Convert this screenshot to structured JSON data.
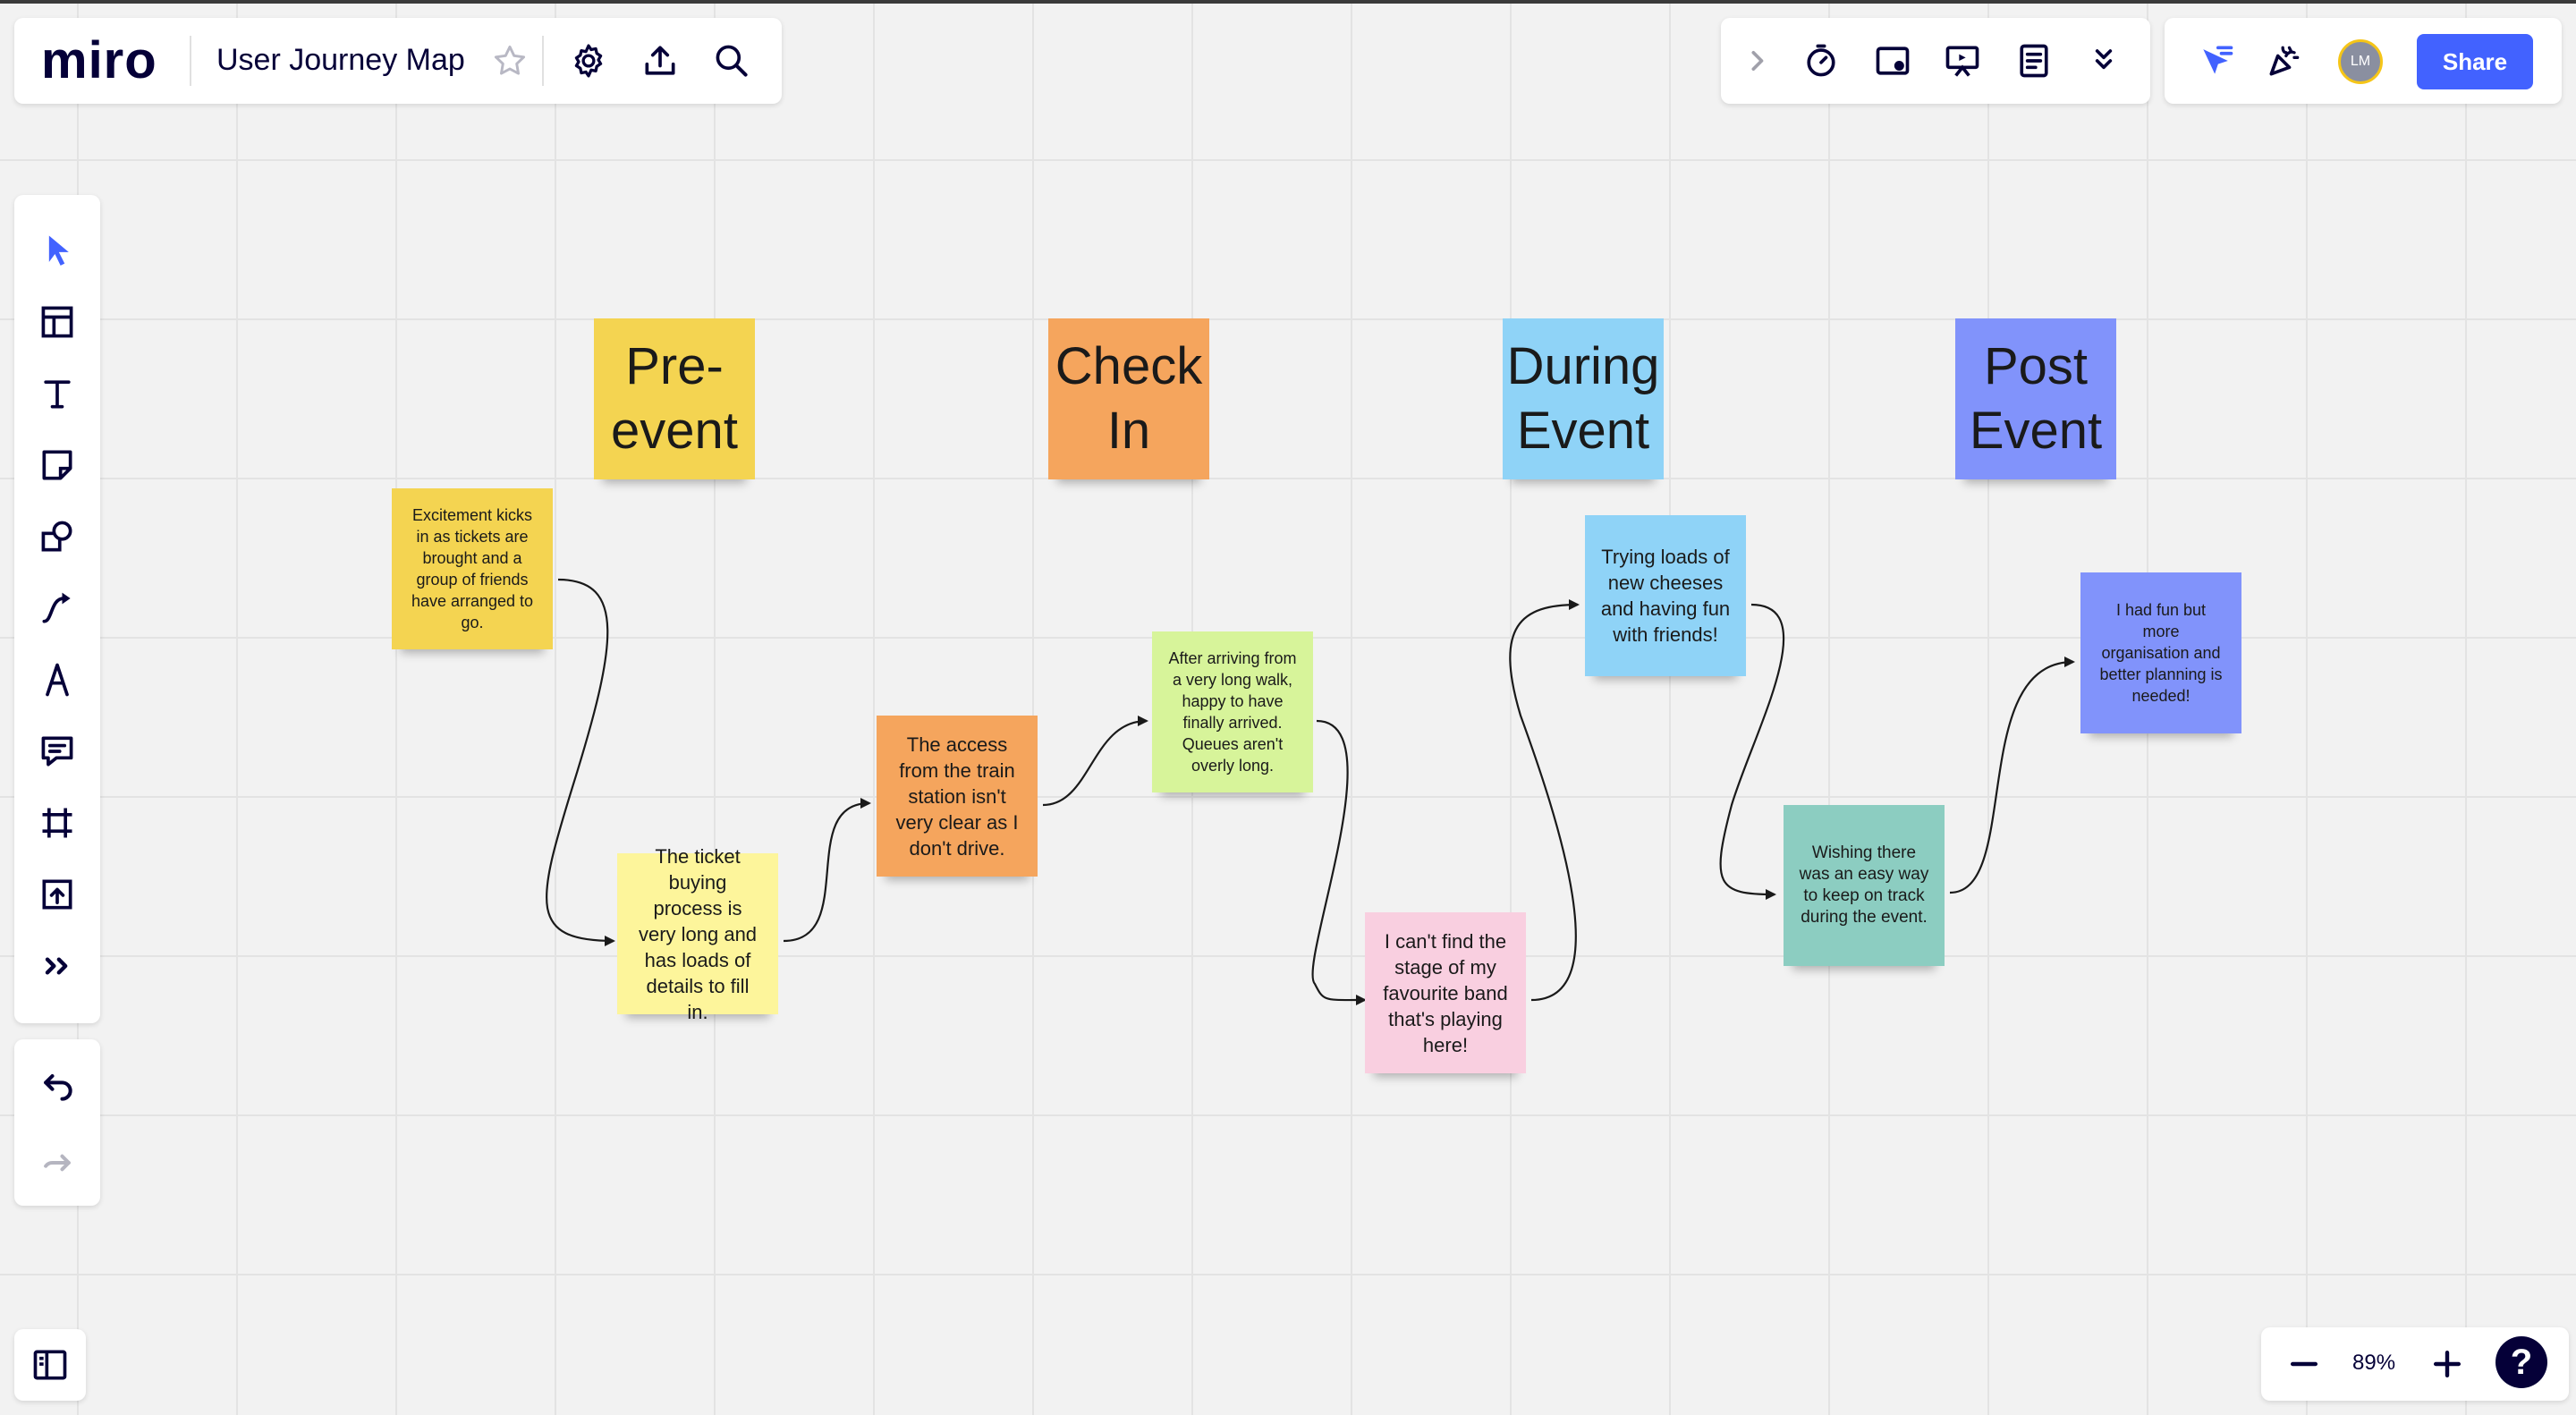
{
  "app": {
    "logo": "miro",
    "board_title": "User Journey Map"
  },
  "topbar": {
    "left_icons": [
      "star-icon",
      "gear-icon",
      "upload-icon",
      "search-icon"
    ],
    "middle_icons": [
      "chevron-right-icon",
      "timer-icon",
      "card-icon",
      "present-icon",
      "notes-icon",
      "chevron-double-down-icon"
    ],
    "right_icons": [
      "cursor-filter-icon",
      "celebration-icon"
    ],
    "avatar_initials": "LM",
    "share_label": "Share"
  },
  "toolbar": {
    "tools": [
      "select-icon",
      "template-icon",
      "text-icon",
      "sticky-note-icon",
      "shapes-icon",
      "connector-icon",
      "pen-icon",
      "comment-icon",
      "frame-icon",
      "upload-icon",
      "more-icon"
    ],
    "history": [
      "undo-icon",
      "redo-icon"
    ]
  },
  "stages": [
    {
      "label": "Pre-\nevent",
      "color": "#f4d451"
    },
    {
      "label": "Check\nIn",
      "color": "#f5a55d"
    },
    {
      "label": "During\nEvent",
      "color": "#8fd3f7"
    },
    {
      "label": "Post\nEvent",
      "color": "#8193fb"
    }
  ],
  "notes": [
    {
      "text": "Excitement kicks in as tickets are brought and a group of friends have arranged to go.",
      "color": "#f4d451"
    },
    {
      "text": "The ticket buying process is very long and has loads of details to fill in.",
      "color": "#fdf59b"
    },
    {
      "text": "The access from the train station isn't very clear as I don't drive.",
      "color": "#f5a55d"
    },
    {
      "text": "After arriving from a very long walk, happy to have finally arrived. Queues aren't overly long.",
      "color": "#d7f49a"
    },
    {
      "text": "I can't find the stage of my favourite band that's playing here!",
      "color": "#f9cfe0"
    },
    {
      "text": "Trying loads of new cheeses and having fun with friends!",
      "color": "#8fd3f7"
    },
    {
      "text": "Wishing there was an easy way to keep on track during the event.",
      "color": "#8ccdc1"
    },
    {
      "text": "I had fun but more organisation and better planning is needed!",
      "color": "#8193fb"
    }
  ],
  "zoom": {
    "value": "89%"
  },
  "help": {
    "label": "?"
  },
  "colors": {
    "accent": "#4262ff",
    "ink": "#050038"
  }
}
